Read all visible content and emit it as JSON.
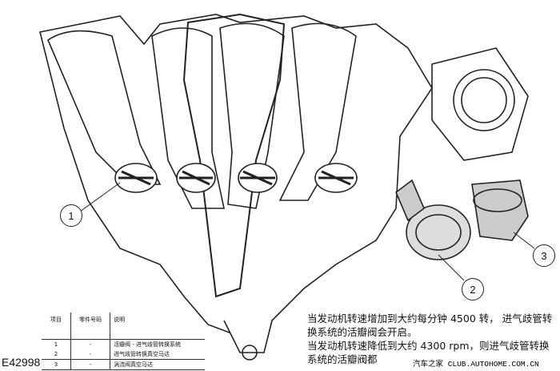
{
  "figure_id": "E42998",
  "callouts": [
    "1",
    "2",
    "3"
  ],
  "legend": {
    "headers": [
      "项目",
      "零件号码",
      "说明"
    ],
    "rows": [
      {
        "item": "1",
        "part": "-",
        "desc": "活瓣阀 - 进气歧管转换系统"
      },
      {
        "item": "2",
        "part": "-",
        "desc": "进气歧管转换真空马达"
      },
      {
        "item": "3",
        "part": "-",
        "desc": "涡流阀真空马达"
      }
    ]
  },
  "description": [
    "当发动机转速增加到大约每分钟 4500 转， 进气歧管转换系统的活瓣阀会开启。",
    "当发动机转速降低到大约 4300 rpm，则进气歧管转换系统的活瓣阀都"
  ],
  "watermark": "汽车之家 CLUB.AUTOHOME.COM.CN"
}
